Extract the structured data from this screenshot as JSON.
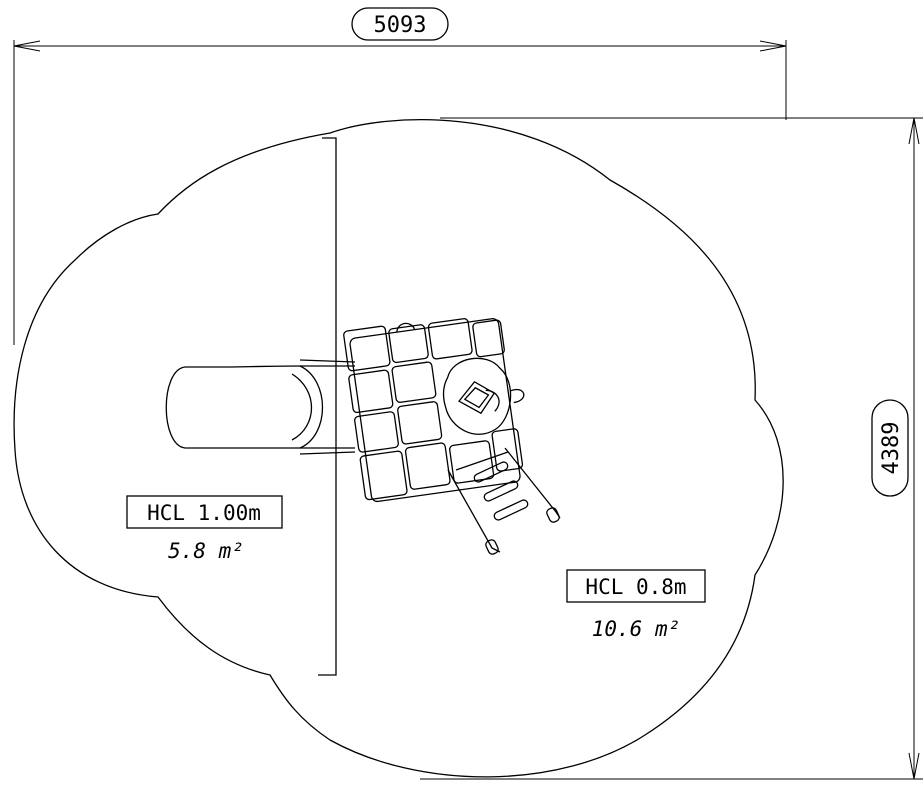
{
  "dimensions": {
    "width": "5093",
    "height": "4389"
  },
  "zones": [
    {
      "hcl": "HCL 1.00m",
      "area": "5.8 m²"
    },
    {
      "hcl": "HCL 0.8m",
      "area": "10.6 m²"
    }
  ]
}
